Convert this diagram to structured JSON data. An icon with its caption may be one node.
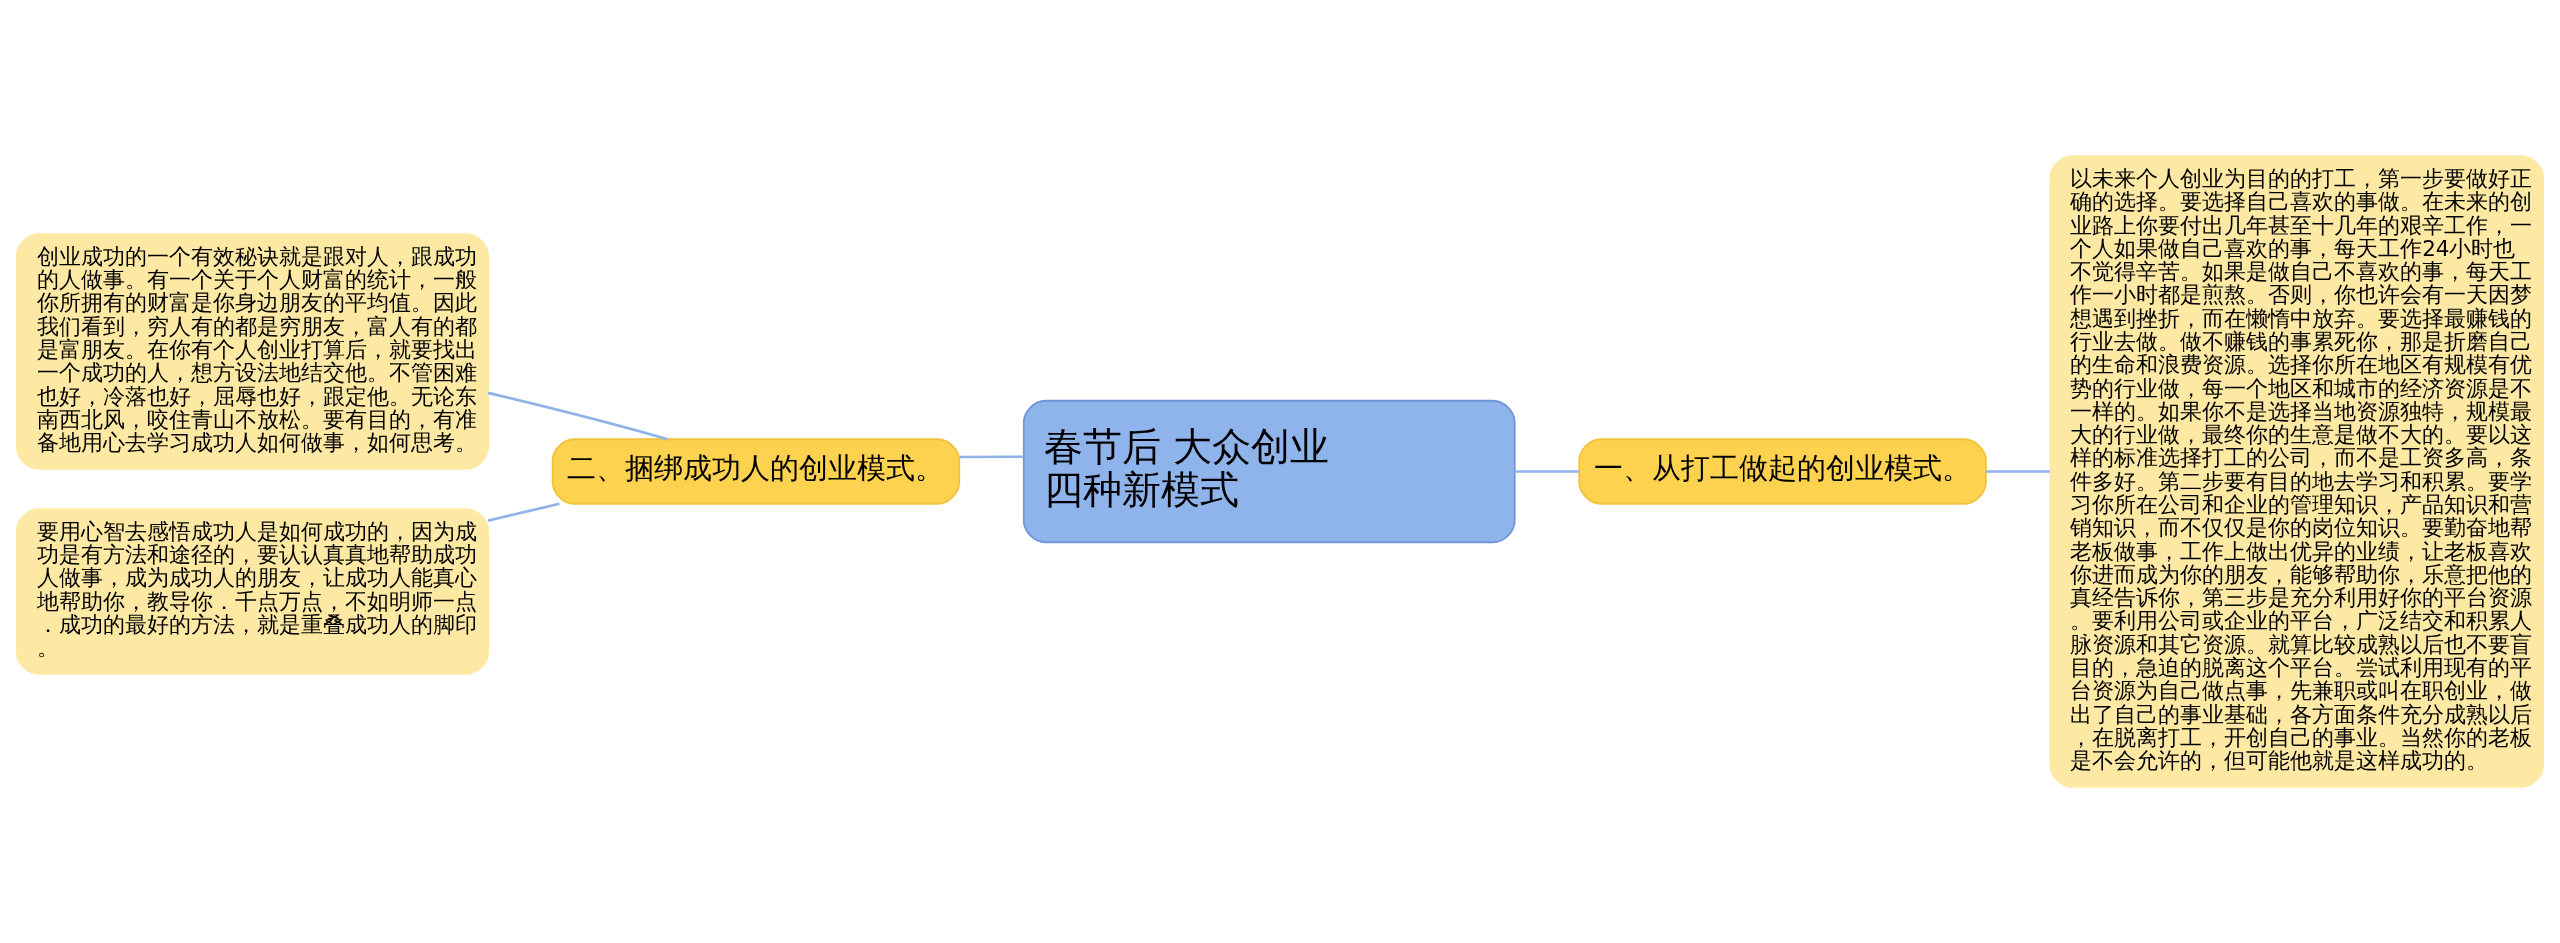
{
  "diagram": {
    "nodes": [
      {
        "text": [
          "春节后 大众创业四种新模式"
        ]
      },
      {
        "text": [
          "二、捆绑成功人的创业模式。"
        ]
      },
      {
        "text": [
          "创业成功的一个有效秘诀就是跟对人，跟成功的人做事。有一个关于个人财富的统计，一般你所拥有的财富是你身边朋友的平均值。因此我们看到，穷人有的都是穷朋友，富人有的都是富朋友。在你有个人创业打算后，就要找出一个成功的人，想方设法地结交他。不管困难也好，冷落也好，屈辱也好，跟定他。无论东南西北风，咬住青山不放松。要有目的，有准备地用心去学习成功人如何做事，如何思考。"
        ]
      },
      {
        "text": [
          "要用心智去感悟成功人是如何成功的，因为成功是有方法和途径的，要认认真真地帮助成功人做事，成为成功人的朋友，让成功人能真心地帮助你，教导你．千点万点，不如明师一点．成功的最好的方法，就是重叠成功人的脚印。"
        ]
      },
      {
        "text": [
          "一、从打工做起的创业模式。"
        ]
      },
      {
        "text": [
          "以未来个人创业为目的的打工，第一步要做好正确的选择。要选择自己喜欢的事做。在未来的创业路上你要付出几年甚至十几年的艰辛工作，一个人如果做自己喜欢的事，每天工作24小时也不觉得辛苦。如果是做自己不喜欢的事，每天工作一小时都是煎熬。否则，你也许会有一天因梦想遇到挫折，而在懒惰中放弃。要选择最赚钱的行业去做。做不赚钱的事累死你，那是折磨自己的生命和浪费资源。选择你所在地区有规模有优势的行业做，每一个地区和城市的经济资源是不一样的。如果你不是选择当地资源独特，规模最大的行业做，最终你的生意是做不大的。要以这样的标准选择打工的公司，而不是工资多高，条件多好。第二步要有目的地去学习和积累。要学习你所在公司和企业的管理知识，产品知识和营销知识，而不仅仅是你的岗位知识。要勤奋地帮老板做事，工作上做出优异的业绩，让老板喜欢你进而成为你的朋友，能够帮助你，乐意把他的真经告诉你，第三步是充分利用好你的平台资源。要利用公司或企业的平台，广泛结交和积累人脉资源和其它资源。就算比较成熟以后也不要盲目的，急迫的脱离这个平台。尝试利用现有的平台资源为自己做点事，先兼职或叫在职创业，做出了自己的事业基础，各方面条件充分成熟以后，在脱离打工，开创自己的事业。当然你的老板是不会允许的，但可能他就是这样成功的。"
        ]
      }
    ],
    "edges": [
      {
        "from": 0,
        "to": 1,
        "arrow": "none"
      },
      {
        "from": 1,
        "to": 2,
        "arrow": "none"
      },
      {
        "from": 1,
        "to": 3,
        "arrow": "none"
      },
      {
        "from": 0,
        "to": 4,
        "arrow": "none"
      },
      {
        "from": 4,
        "to": 5,
        "arrow": "none"
      }
    ]
  }
}
